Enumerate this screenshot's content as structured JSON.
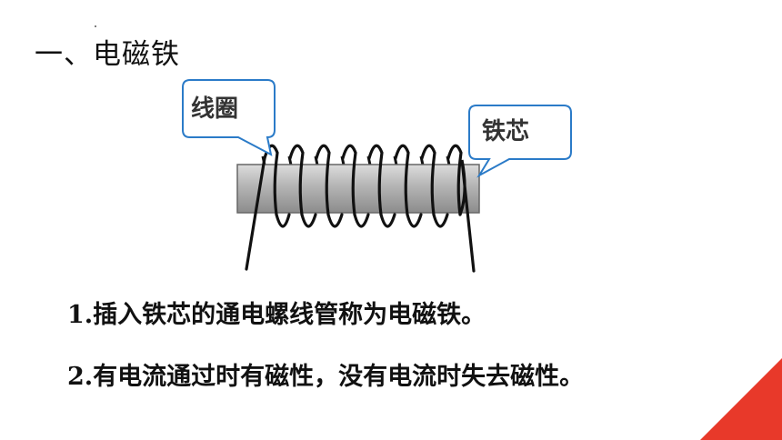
{
  "heading": "一、电磁铁",
  "diagram": {
    "coil_label": "线圈",
    "core_label": "铁芯",
    "colors": {
      "callout_border": "#2b7bc8",
      "core_fill": "#a9a9a9",
      "wire": "#111111"
    }
  },
  "points": [
    "1.插入铁芯的通电螺线管称为电磁铁。",
    "2.有电流通过时有磁性，没有电流时失去磁性。"
  ],
  "accent_color": "#e8392a"
}
